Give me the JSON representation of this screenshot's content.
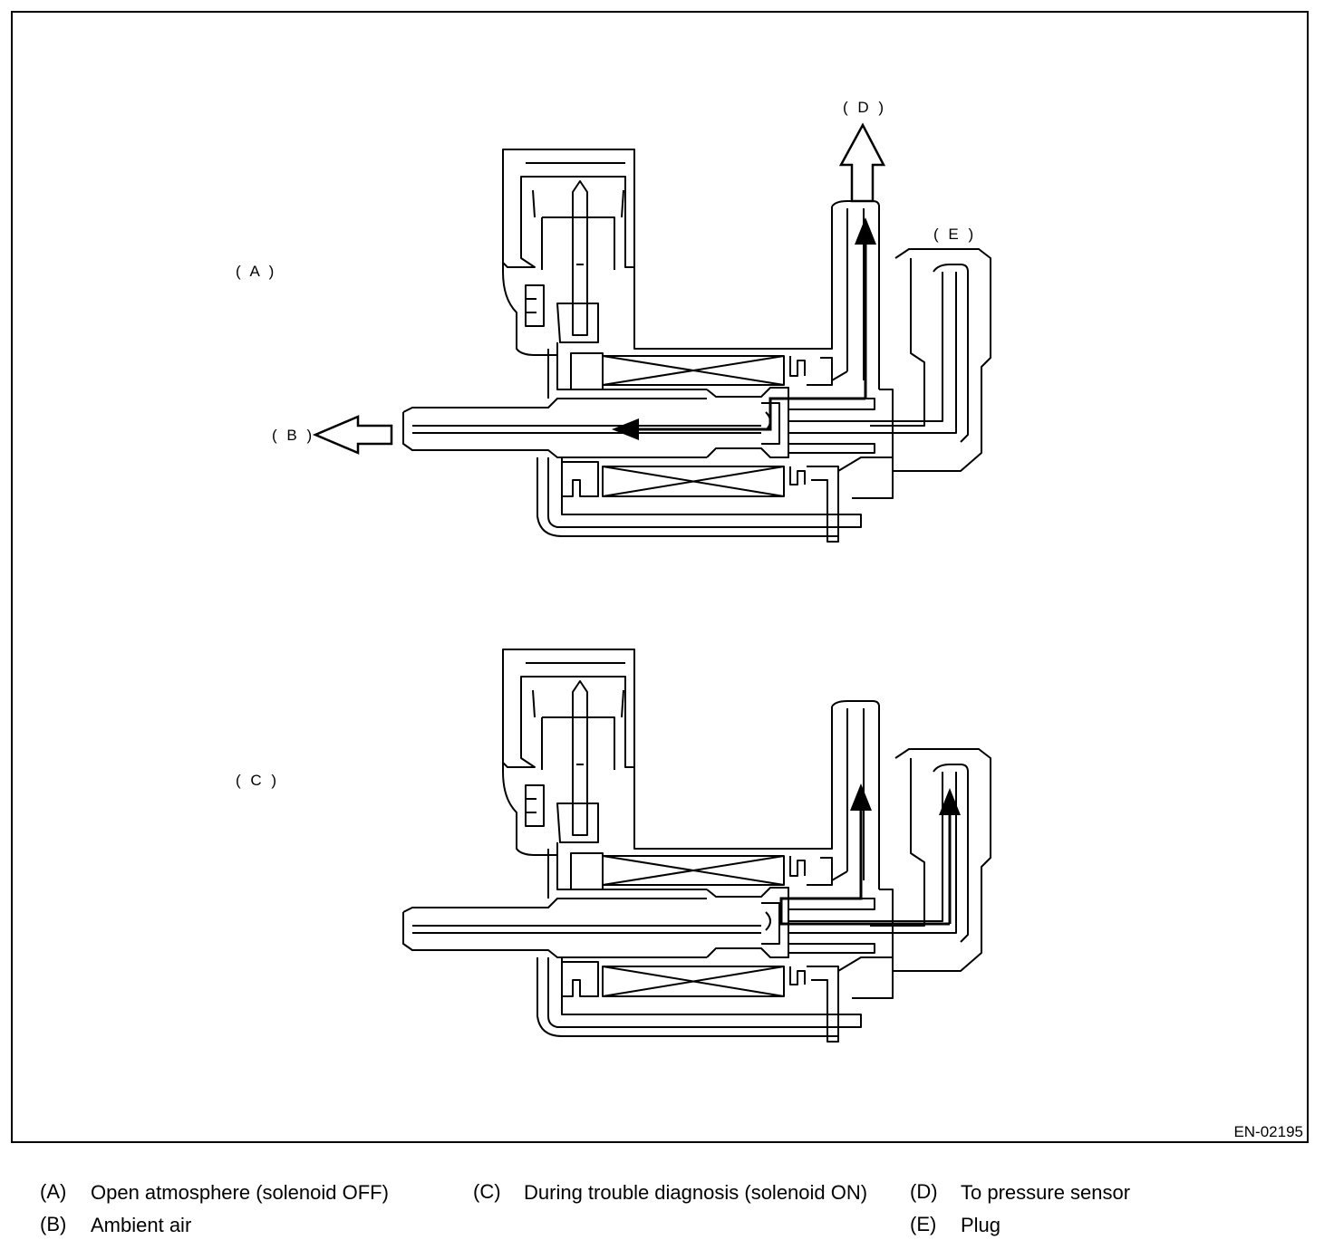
{
  "figure_id": "EN-02195",
  "labels": {
    "A": "( A )",
    "B": "( B )",
    "C": "( C )",
    "D": "( D )",
    "E": "( E )"
  },
  "legend": [
    {
      "code": "(A)",
      "text": "Open atmosphere (solenoid OFF)"
    },
    {
      "code": "(B)",
      "text": "Ambient air"
    },
    {
      "code": "(C)",
      "text": "During trouble diagnosis (solenoid ON)"
    },
    {
      "code": "(D)",
      "text": "To pressure sensor"
    },
    {
      "code": "(E)",
      "text": "Plug"
    }
  ]
}
